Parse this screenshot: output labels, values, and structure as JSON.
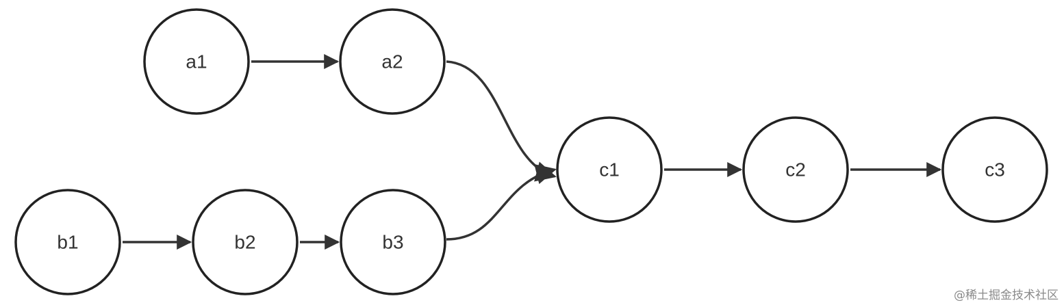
{
  "colors": {
    "background": "#ffffff",
    "node_stroke": "#222222",
    "edge": "#333333",
    "label": "#333333",
    "watermark": "#8a8a8a"
  },
  "nodes": [
    {
      "id": "a1",
      "label": "a1"
    },
    {
      "id": "a2",
      "label": "a2"
    },
    {
      "id": "b1",
      "label": "b1"
    },
    {
      "id": "b2",
      "label": "b2"
    },
    {
      "id": "b3",
      "label": "b3"
    },
    {
      "id": "c1",
      "label": "c1"
    },
    {
      "id": "c2",
      "label": "c2"
    },
    {
      "id": "c3",
      "label": "c3"
    }
  ],
  "edges": [
    {
      "from": "a1",
      "to": "a2"
    },
    {
      "from": "a2",
      "to": "c1"
    },
    {
      "from": "b1",
      "to": "b2"
    },
    {
      "from": "b2",
      "to": "b3"
    },
    {
      "from": "b3",
      "to": "c1"
    },
    {
      "from": "c1",
      "to": "c2"
    },
    {
      "from": "c2",
      "to": "c3"
    }
  ],
  "watermark": "@稀土掘金技术社区"
}
